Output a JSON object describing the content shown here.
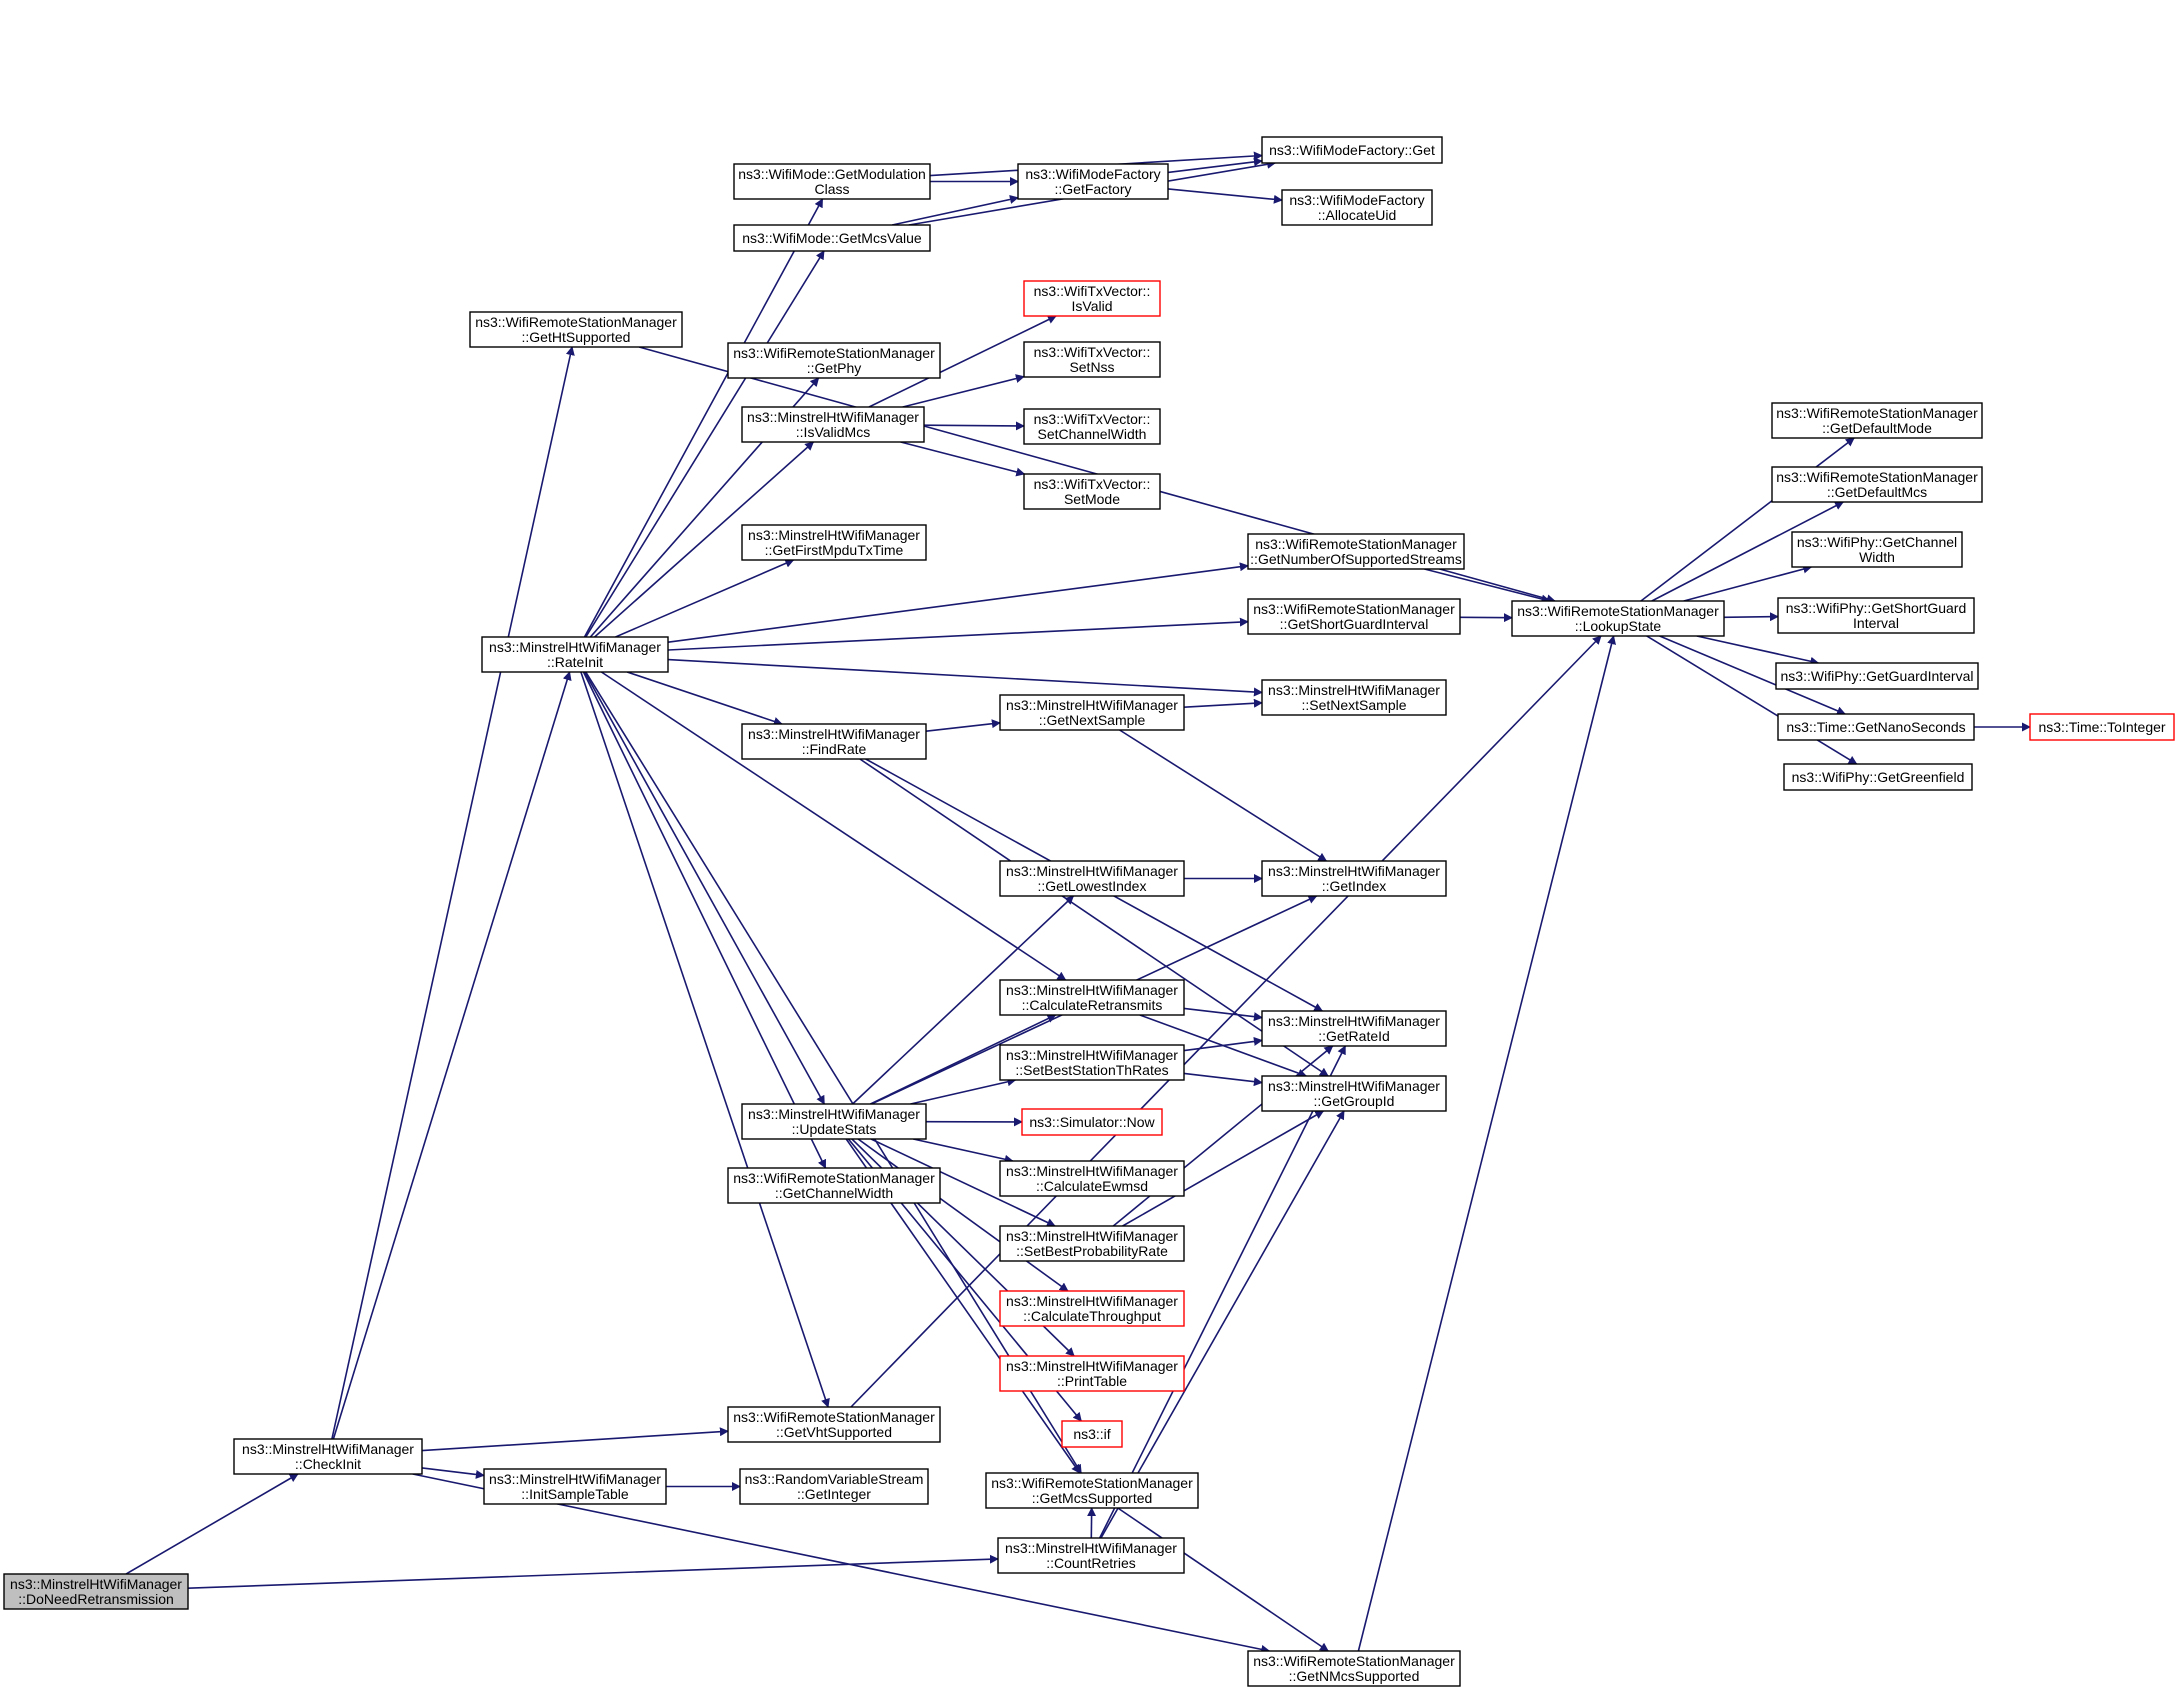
{
  "graph": {
    "nodes": [
      {
        "id": "n_root",
        "lines": [
          "ns3::MinstrelHtWifiManager",
          "::DoNeedRetransmission"
        ],
        "style": "root"
      },
      {
        "id": "n_checkinit",
        "lines": [
          "ns3::MinstrelHtWifiManager",
          "::CheckInit"
        ],
        "style": "normal"
      },
      {
        "id": "n_countretries",
        "lines": [
          "ns3::MinstrelHtWifiManager",
          "::CountRetries"
        ],
        "style": "normal"
      },
      {
        "id": "n_getchannelwidth",
        "lines": [
          "ns3::WifiRemoteStationManager",
          "::GetChannelWidth"
        ],
        "style": "normal"
      },
      {
        "id": "n_getvhtsupported",
        "lines": [
          "ns3::WifiRemoteStationManager",
          "::GetVhtSupported"
        ],
        "style": "normal"
      },
      {
        "id": "n_gethtsupported",
        "lines": [
          "ns3::WifiRemoteStationManager",
          "::GetHtSupported"
        ],
        "style": "normal"
      },
      {
        "id": "n_initsampletable",
        "lines": [
          "ns3::MinstrelHtWifiManager",
          "::InitSampleTable"
        ],
        "style": "normal"
      },
      {
        "id": "n_getnmcssupported",
        "lines": [
          "ns3::WifiRemoteStationManager",
          "::GetNMcsSupported"
        ],
        "style": "normal"
      },
      {
        "id": "n_rateinit",
        "lines": [
          "ns3::MinstrelHtWifiManager",
          "::RateInit"
        ],
        "style": "normal"
      },
      {
        "id": "n_getinteger",
        "lines": [
          "ns3::RandomVariableStream",
          "::GetInteger"
        ],
        "style": "normal"
      },
      {
        "id": "n_lookupstate",
        "lines": [
          "ns3::WifiRemoteStationManager",
          "::LookupState"
        ],
        "style": "normal"
      },
      {
        "id": "n_getgroupid",
        "lines": [
          "ns3::MinstrelHtWifiManager",
          "::GetGroupId"
        ],
        "style": "normal"
      },
      {
        "id": "n_getrateid",
        "lines": [
          "ns3::MinstrelHtWifiManager",
          "::GetRateId"
        ],
        "style": "normal"
      },
      {
        "id": "n_getmcssupported",
        "lines": [
          "ns3::WifiRemoteStationManager",
          "::GetMcsSupported"
        ],
        "style": "normal"
      },
      {
        "id": "n_getmodulationclass",
        "lines": [
          "ns3::WifiMode::GetModulation",
          "Class"
        ],
        "style": "normal"
      },
      {
        "id": "n_getmcsvalue",
        "lines": [
          "ns3::WifiMode::GetMcsValue"
        ],
        "style": "normal"
      },
      {
        "id": "n_getphy",
        "lines": [
          "ns3::WifiRemoteStationManager",
          "::GetPhy"
        ],
        "style": "normal"
      },
      {
        "id": "n_isvalidmcs",
        "lines": [
          "ns3::MinstrelHtWifiManager",
          "::IsValidMcs"
        ],
        "style": "normal"
      },
      {
        "id": "n_getfirstmpdutxtime",
        "lines": [
          "ns3::MinstrelHtWifiManager",
          "::GetFirstMpduTxTime"
        ],
        "style": "normal"
      },
      {
        "id": "n_getnumberofsupportedstreams",
        "lines": [
          "ns3::WifiRemoteStationManager",
          "::GetNumberOfSupportedStreams"
        ],
        "style": "normal"
      },
      {
        "id": "n_getshortguardinterval",
        "lines": [
          "ns3::WifiRemoteStationManager",
          "::GetShortGuardInterval"
        ],
        "style": "normal"
      },
      {
        "id": "n_setnextsample",
        "lines": [
          "ns3::MinstrelHtWifiManager",
          "::SetNextSample"
        ],
        "style": "normal"
      },
      {
        "id": "n_findrate",
        "lines": [
          "ns3::MinstrelHtWifiManager",
          "::FindRate"
        ],
        "style": "normal"
      },
      {
        "id": "n_calculateretransmits",
        "lines": [
          "ns3::MinstrelHtWifiManager",
          "::CalculateRetransmits"
        ],
        "style": "normal"
      },
      {
        "id": "n_updatestats",
        "lines": [
          "ns3::MinstrelHtWifiManager",
          "::UpdateStats"
        ],
        "style": "normal"
      },
      {
        "id": "n_wifimodefactory_get",
        "lines": [
          "ns3::WifiModeFactory::Get"
        ],
        "style": "normal"
      },
      {
        "id": "n_getfactory",
        "lines": [
          "ns3::WifiModeFactory",
          "::GetFactory"
        ],
        "style": "normal"
      },
      {
        "id": "n_allocateuid",
        "lines": [
          "ns3::WifiModeFactory",
          "::AllocateUid"
        ],
        "style": "normal"
      },
      {
        "id": "n_isvalid",
        "lines": [
          "ns3::WifiTxVector::",
          "IsValid"
        ],
        "style": "truncated"
      },
      {
        "id": "n_setnss",
        "lines": [
          "ns3::WifiTxVector::",
          "SetNss"
        ],
        "style": "normal"
      },
      {
        "id": "n_setchannelwidth",
        "lines": [
          "ns3::WifiTxVector::",
          "SetChannelWidth"
        ],
        "style": "normal"
      },
      {
        "id": "n_setmode",
        "lines": [
          "ns3::WifiTxVector::",
          "SetMode"
        ],
        "style": "normal"
      },
      {
        "id": "n_getnextsample",
        "lines": [
          "ns3::MinstrelHtWifiManager",
          "::GetNextSample"
        ],
        "style": "normal"
      },
      {
        "id": "n_getindex",
        "lines": [
          "ns3::MinstrelHtWifiManager",
          "::GetIndex"
        ],
        "style": "normal"
      },
      {
        "id": "n_getlowestindex",
        "lines": [
          "ns3::MinstrelHtWifiManager",
          "::GetLowestIndex"
        ],
        "style": "normal"
      },
      {
        "id": "n_setbeststationthrates",
        "lines": [
          "ns3::MinstrelHtWifiManager",
          "::SetBestStationThRates"
        ],
        "style": "normal"
      },
      {
        "id": "n_simulator_now",
        "lines": [
          "ns3::Simulator::Now"
        ],
        "style": "truncated"
      },
      {
        "id": "n_calculateewmsd",
        "lines": [
          "ns3::MinstrelHtWifiManager",
          "::CalculateEwmsd"
        ],
        "style": "normal"
      },
      {
        "id": "n_setbestprobabilityrate",
        "lines": [
          "ns3::MinstrelHtWifiManager",
          "::SetBestProbabilityRate"
        ],
        "style": "normal"
      },
      {
        "id": "n_calculatethroughput",
        "lines": [
          "ns3::MinstrelHtWifiManager",
          "::CalculateThroughput"
        ],
        "style": "truncated"
      },
      {
        "id": "n_printtable",
        "lines": [
          "ns3::MinstrelHtWifiManager",
          "::PrintTable"
        ],
        "style": "truncated"
      },
      {
        "id": "n_if",
        "lines": [
          "ns3::if"
        ],
        "style": "truncated"
      },
      {
        "id": "n_getdefaultmode",
        "lines": [
          "ns3::WifiRemoteStationManager",
          "::GetDefaultMode"
        ],
        "style": "normal"
      },
      {
        "id": "n_getdefaultmcs",
        "lines": [
          "ns3::WifiRemoteStationManager",
          "::GetDefaultMcs"
        ],
        "style": "normal"
      },
      {
        "id": "n_phy_getchannelwidth",
        "lines": [
          "ns3::WifiPhy::GetChannel",
          "Width"
        ],
        "style": "normal"
      },
      {
        "id": "n_phy_getshortguardinterval",
        "lines": [
          "ns3::WifiPhy::GetShortGuard",
          "Interval"
        ],
        "style": "normal"
      },
      {
        "id": "n_phy_getguardinterval",
        "lines": [
          "ns3::WifiPhy::GetGuardInterval"
        ],
        "style": "normal"
      },
      {
        "id": "n_time_getnanoseconds",
        "lines": [
          "ns3::Time::GetNanoSeconds"
        ],
        "style": "normal"
      },
      {
        "id": "n_phy_getgreenfield",
        "lines": [
          "ns3::WifiPhy::GetGreenfield"
        ],
        "style": "normal"
      },
      {
        "id": "n_time_tointeger",
        "lines": [
          "ns3::Time::ToInteger"
        ],
        "style": "truncated"
      }
    ],
    "edges": [
      [
        "n_root",
        "n_checkinit"
      ],
      [
        "n_root",
        "n_countretries"
      ],
      [
        "n_checkinit",
        "n_gethtsupported"
      ],
      [
        "n_checkinit",
        "n_rateinit"
      ],
      [
        "n_checkinit",
        "n_getvhtsupported"
      ],
      [
        "n_checkinit",
        "n_initsampletable"
      ],
      [
        "n_checkinit",
        "n_getnmcssupported"
      ],
      [
        "n_gethtsupported",
        "n_lookupstate"
      ],
      [
        "n_initsampletable",
        "n_getinteger"
      ],
      [
        "n_getvhtsupported",
        "n_lookupstate"
      ],
      [
        "n_getnmcssupported",
        "n_lookupstate"
      ],
      [
        "n_countretries",
        "n_getgroupid"
      ],
      [
        "n_countretries",
        "n_getrateid"
      ],
      [
        "n_countretries",
        "n_getmcssupported"
      ],
      [
        "n_getmcssupported",
        "n_getnmcssupported"
      ],
      [
        "n_rateinit",
        "n_getmodulationclass"
      ],
      [
        "n_rateinit",
        "n_getmcsvalue"
      ],
      [
        "n_rateinit",
        "n_getphy"
      ],
      [
        "n_rateinit",
        "n_isvalidmcs"
      ],
      [
        "n_rateinit",
        "n_getfirstmpdutxtime"
      ],
      [
        "n_rateinit",
        "n_getnumberofsupportedstreams"
      ],
      [
        "n_rateinit",
        "n_getshortguardinterval"
      ],
      [
        "n_rateinit",
        "n_setnextsample"
      ],
      [
        "n_rateinit",
        "n_findrate"
      ],
      [
        "n_rateinit",
        "n_calculateretransmits"
      ],
      [
        "n_rateinit",
        "n_updatestats"
      ],
      [
        "n_rateinit",
        "n_getchannelwidth"
      ],
      [
        "n_rateinit",
        "n_getvhtsupported"
      ],
      [
        "n_rateinit",
        "n_getmcssupported"
      ],
      [
        "n_getmodulationclass",
        "n_wifimodefactory_get"
      ],
      [
        "n_getmodulationclass",
        "n_getfactory"
      ],
      [
        "n_getmcsvalue",
        "n_getfactory"
      ],
      [
        "n_getmcsvalue",
        "n_wifimodefactory_get"
      ],
      [
        "n_getfactory",
        "n_wifimodefactory_get"
      ],
      [
        "n_getfactory",
        "n_allocateuid"
      ],
      [
        "n_isvalidmcs",
        "n_isvalid"
      ],
      [
        "n_isvalidmcs",
        "n_setnss"
      ],
      [
        "n_isvalidmcs",
        "n_setchannelwidth"
      ],
      [
        "n_isvalidmcs",
        "n_setmode"
      ],
      [
        "n_getnumberofsupportedstreams",
        "n_lookupstate"
      ],
      [
        "n_getshortguardinterval",
        "n_lookupstate"
      ],
      [
        "n_findrate",
        "n_getnextsample"
      ],
      [
        "n_findrate",
        "n_getrateid"
      ],
      [
        "n_findrate",
        "n_getgroupid"
      ],
      [
        "n_getnextsample",
        "n_setnextsample"
      ],
      [
        "n_getnextsample",
        "n_getindex"
      ],
      [
        "n_getlowestindex",
        "n_getindex"
      ],
      [
        "n_calculateretransmits",
        "n_getrateid"
      ],
      [
        "n_calculateretransmits",
        "n_getgroupid"
      ],
      [
        "n_setbeststationthrates",
        "n_getrateid"
      ],
      [
        "n_setbeststationthrates",
        "n_getgroupid"
      ],
      [
        "n_setbestprobabilityrate",
        "n_getrateid"
      ],
      [
        "n_setbestprobabilityrate",
        "n_getgroupid"
      ],
      [
        "n_updatestats",
        "n_getlowestindex"
      ],
      [
        "n_updatestats",
        "n_getindex"
      ],
      [
        "n_updatestats",
        "n_calculateretransmits"
      ],
      [
        "n_updatestats",
        "n_setbeststationthrates"
      ],
      [
        "n_updatestats",
        "n_simulator_now"
      ],
      [
        "n_updatestats",
        "n_calculateewmsd"
      ],
      [
        "n_updatestats",
        "n_setbestprobabilityrate"
      ],
      [
        "n_updatestats",
        "n_calculatethroughput"
      ],
      [
        "n_updatestats",
        "n_printtable"
      ],
      [
        "n_updatestats",
        "n_if"
      ],
      [
        "n_updatestats",
        "n_getmcssupported"
      ],
      [
        "n_lookupstate",
        "n_getdefaultmode"
      ],
      [
        "n_lookupstate",
        "n_getdefaultmcs"
      ],
      [
        "n_lookupstate",
        "n_phy_getchannelwidth"
      ],
      [
        "n_lookupstate",
        "n_phy_getshortguardinterval"
      ],
      [
        "n_lookupstate",
        "n_phy_getguardinterval"
      ],
      [
        "n_lookupstate",
        "n_time_getnanoseconds"
      ],
      [
        "n_lookupstate",
        "n_phy_getgreenfield"
      ],
      [
        "n_time_getnanoseconds",
        "n_time_tointeger"
      ]
    ]
  },
  "colors": {
    "edge": "#191970",
    "node_border": "#000000",
    "truncated_border": "#ff0000",
    "root_fill": "#bfbfbf",
    "node_fill": "#ffffff"
  }
}
